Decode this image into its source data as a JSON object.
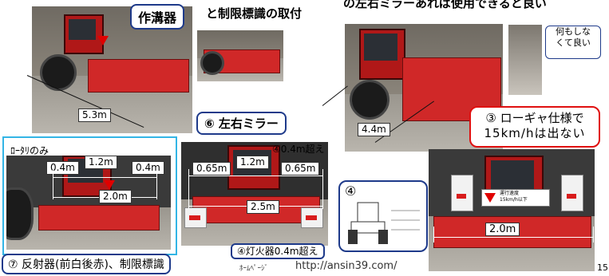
{
  "top": {
    "left_heading": "と制限標識の取付",
    "right_heading": "の左右ミラーあれば使用できると良い"
  },
  "callouts": {
    "furrower": "作溝器",
    "mirror": "⑥ 左右ミラー",
    "reflector": "⑦ 反射器(前白後赤)、制限標識"
  },
  "notes": {
    "nothing_ok": "何もしな\nくて良い",
    "low_gear_line1": "③ ローギャ仕様で",
    "low_gear_line2": "15km/hは出ない",
    "rotary_only": "ﾛｰﾀﾘのみ",
    "width_over": "④0.4m超え",
    "lights_over": "④灯火器0.4m超え",
    "circle4": "④",
    "speed_sign": "運行速度\n15km/h以下",
    "homepage_label": "ﾎｰﾑﾍﾟｰｼﾞ",
    "homepage_url": "http://ansin39.com/",
    "page_number": "15"
  },
  "dimensions": {
    "length_top": "5.3m",
    "length_right": "4.4m",
    "rotary_left": "0.4m",
    "rotary_center": "1.2m",
    "rotary_right": "0.4m",
    "rotary_width": "2.0m",
    "mid_left": "0.65m",
    "mid_center": "1.2m",
    "mid_right": "0.65m",
    "mid_width": "2.5m",
    "right_width": "2.0m"
  },
  "colors": {
    "callout_border": "#1e3a8a",
    "alert_red": "#e01010",
    "frame_cyan": "#33b5e5",
    "tractor_red": "#c81e1e"
  }
}
